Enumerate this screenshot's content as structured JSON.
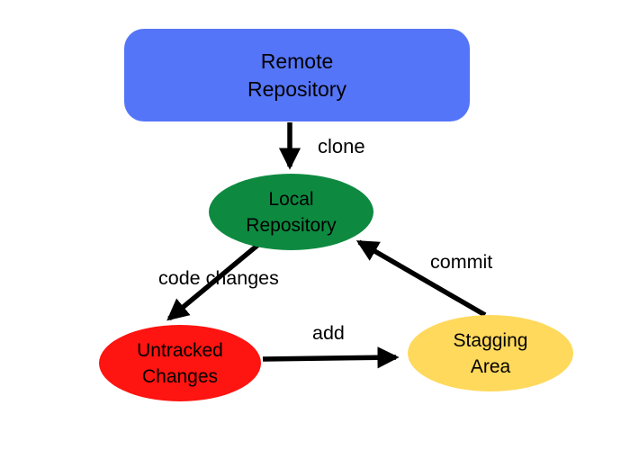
{
  "diagram": {
    "background_color": "#ffffff",
    "arrow_color": "#000000",
    "text_color": "#000000",
    "nodes": [
      {
        "id": "remote-repository",
        "shape": "rounded-rect",
        "color": "#5575f8",
        "label_line1": "Remote",
        "label_line2": "Repository"
      },
      {
        "id": "local-repository",
        "shape": "ellipse",
        "color": "#0e8a40",
        "label_line1": "Local",
        "label_line2": "Repository"
      },
      {
        "id": "untracked-changes",
        "shape": "ellipse",
        "color": "#fe1410",
        "label_line1": "Untracked",
        "label_line2": "Changes"
      },
      {
        "id": "stagging-area",
        "shape": "ellipse",
        "color": "#ffd95c",
        "label_line1": "Stagging",
        "label_line2": "Area"
      }
    ],
    "edges": [
      {
        "label": "clone",
        "from": "remote-repository",
        "to": "local-repository"
      },
      {
        "label": "code changes",
        "from": "local-repository",
        "to": "untracked-changes"
      },
      {
        "label": "add",
        "from": "untracked-changes",
        "to": "stagging-area"
      },
      {
        "label": "commit",
        "from": "stagging-area",
        "to": "local-repository"
      }
    ]
  }
}
